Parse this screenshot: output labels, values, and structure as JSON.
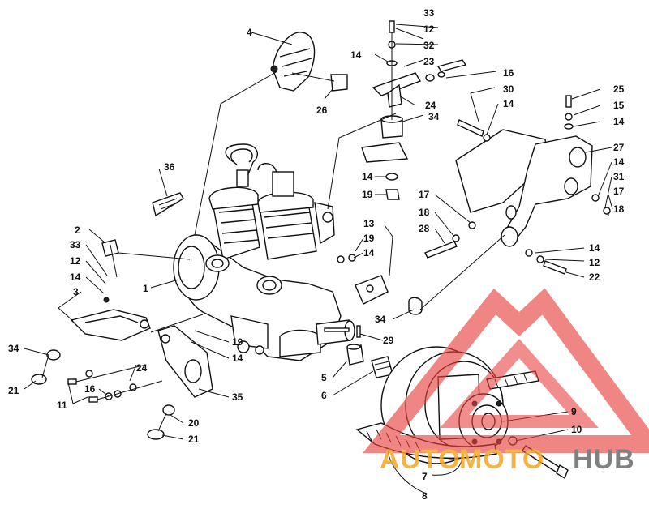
{
  "diagram": {
    "callouts": [
      {
        "id": "c33a",
        "label": "33"
      },
      {
        "id": "c12a",
        "label": "12"
      },
      {
        "id": "c4",
        "label": "4"
      },
      {
        "id": "c32",
        "label": "32"
      },
      {
        "id": "c14a",
        "label": "14"
      },
      {
        "id": "c23",
        "label": "23"
      },
      {
        "id": "c16a",
        "label": "16"
      },
      {
        "id": "c30",
        "label": "30"
      },
      {
        "id": "c24a",
        "label": "24"
      },
      {
        "id": "c26",
        "label": "26"
      },
      {
        "id": "c25",
        "label": "25"
      },
      {
        "id": "c15",
        "label": "15"
      },
      {
        "id": "c14b",
        "label": "14"
      },
      {
        "id": "c14c",
        "label": "14"
      },
      {
        "id": "c34a",
        "label": "34"
      },
      {
        "id": "c27",
        "label": "27"
      },
      {
        "id": "c36",
        "label": "36"
      },
      {
        "id": "c14d",
        "label": "14"
      },
      {
        "id": "c31",
        "label": "31"
      },
      {
        "id": "c14e",
        "label": "14"
      },
      {
        "id": "c17a",
        "label": "17"
      },
      {
        "id": "c17b",
        "label": "17"
      },
      {
        "id": "c19a",
        "label": "19"
      },
      {
        "id": "c18a",
        "label": "18"
      },
      {
        "id": "c18b",
        "label": "18"
      },
      {
        "id": "c28",
        "label": "28"
      },
      {
        "id": "c13",
        "label": "13"
      },
      {
        "id": "c2",
        "label": "2"
      },
      {
        "id": "c19b",
        "label": "19"
      },
      {
        "id": "c33b",
        "label": "33"
      },
      {
        "id": "c14f",
        "label": "14"
      },
      {
        "id": "c14g",
        "label": "14"
      },
      {
        "id": "c12b",
        "label": "12"
      },
      {
        "id": "c12c",
        "label": "12"
      },
      {
        "id": "c22",
        "label": "22"
      },
      {
        "id": "c1",
        "label": "1"
      },
      {
        "id": "c14h",
        "label": "14"
      },
      {
        "id": "c3",
        "label": "3"
      },
      {
        "id": "c34b",
        "label": "34"
      },
      {
        "id": "c29",
        "label": "29"
      },
      {
        "id": "c34c",
        "label": "34"
      },
      {
        "id": "c24b",
        "label": "24"
      },
      {
        "id": "c19c",
        "label": "19"
      },
      {
        "id": "c14i",
        "label": "14"
      },
      {
        "id": "c21a",
        "label": "21"
      },
      {
        "id": "c5",
        "label": "5"
      },
      {
        "id": "c16b",
        "label": "16"
      },
      {
        "id": "c11",
        "label": "11"
      },
      {
        "id": "c35",
        "label": "35"
      },
      {
        "id": "c6",
        "label": "6"
      },
      {
        "id": "c20",
        "label": "20"
      },
      {
        "id": "c9",
        "label": "9"
      },
      {
        "id": "c10",
        "label": "10"
      },
      {
        "id": "c21b",
        "label": "21"
      },
      {
        "id": "c7",
        "label": "7"
      },
      {
        "id": "c8",
        "label": "8"
      }
    ]
  },
  "watermark": {
    "text_part1": "AUTO",
    "text_part2": "MOTO",
    "text_part3": "HUB",
    "color_red": "#e8423f",
    "color_orange": "#f5a623",
    "color_gray": "#6b6b6b"
  }
}
